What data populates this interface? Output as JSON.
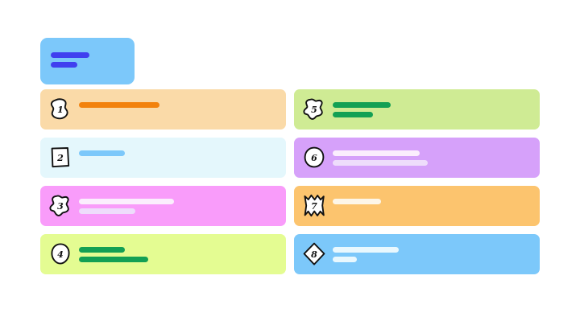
{
  "header": {
    "name": "header-card",
    "color": "#7cc8fa",
    "bars": [
      {
        "label": "title-placeholder-bar",
        "width": 48,
        "color": "#4040ef"
      },
      {
        "label": "subtitle-placeholder-bar",
        "width": 33,
        "color": "#4040ef"
      }
    ]
  },
  "cards": [
    {
      "number": "1",
      "badge_icon": "cloud-blob-badge-icon",
      "background": "#fadaa8",
      "lines": [
        {
          "width": 100,
          "color": "#f2820d",
          "style": "orange"
        }
      ]
    },
    {
      "number": "5",
      "badge_icon": "clover-blob-badge-icon",
      "background": "#cfeb94",
      "lines": [
        {
          "width": 72,
          "color": "#13a054",
          "style": "green"
        },
        {
          "width": 50,
          "color": "#13a054",
          "style": "green"
        }
      ]
    },
    {
      "number": "2",
      "badge_icon": "square-badge-icon",
      "background": "#e4f7fc",
      "lines": [
        {
          "width": 57,
          "color": "#7cc8fa",
          "style": "skyblue"
        }
      ]
    },
    {
      "number": "6",
      "badge_icon": "circle-badge-icon",
      "background": "#d6a1fa",
      "lines": [
        {
          "width": 108,
          "color": "#fbeefd",
          "style": "white-soft"
        },
        {
          "width": 118,
          "color": "#eedcfb",
          "style": "white-lav"
        }
      ]
    },
    {
      "number": "3",
      "badge_icon": "clover-blob-badge-icon",
      "background": "#f99cfa",
      "lines": [
        {
          "width": 118,
          "color": "#fbeefd",
          "style": "white-soft"
        },
        {
          "width": 70,
          "color": "#eedcfb",
          "style": "white-lav"
        }
      ]
    },
    {
      "number": "7",
      "badge_icon": "star-burst-badge-icon",
      "background": "#fcc46e",
      "lines": [
        {
          "width": 60,
          "color": "#fdf6e8",
          "style": "white-cream"
        }
      ]
    },
    {
      "number": "4",
      "badge_icon": "oval-badge-icon",
      "background": "#e4fc92",
      "lines": [
        {
          "width": 57,
          "color": "#13a054",
          "style": "green"
        },
        {
          "width": 86,
          "color": "#13a054",
          "style": "green"
        }
      ]
    },
    {
      "number": "8",
      "badge_icon": "diamond-badge-icon",
      "background": "#7cc8fa",
      "lines": [
        {
          "width": 82,
          "color": "#e9f8fe",
          "style": "white-ice"
        },
        {
          "width": 30,
          "color": "#e9f8fe",
          "style": "white-ice"
        }
      ]
    }
  ]
}
